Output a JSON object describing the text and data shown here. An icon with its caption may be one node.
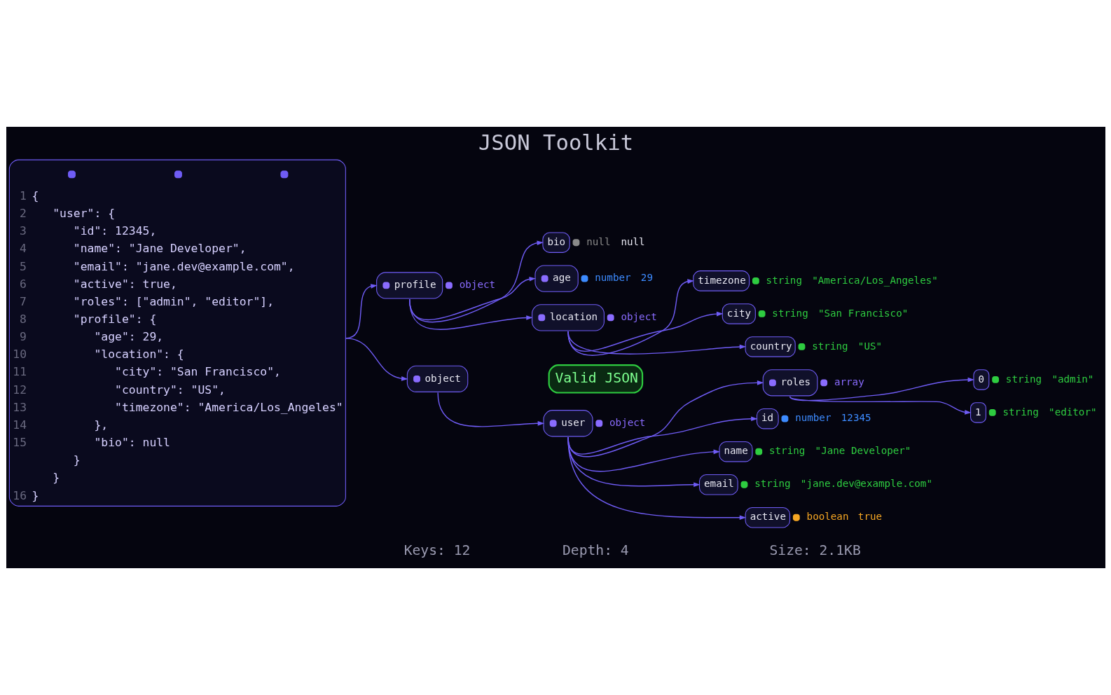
{
  "diagram": {
    "title": "JSON Toolkit",
    "nodes": [
      {
        "text": [
          "1",
          "{",
          "2",
          "\"user\": {",
          "3",
          "\"id\": 12345,",
          "4",
          "\"name\": \"Jane Developer\",",
          "5",
          "\"email\": \"jane.dev@example.com\",",
          "6",
          "\"active\": true,",
          "7",
          "\"roles\": [\"admin\", \"editor\"],",
          "8",
          "\"profile\": {",
          "9",
          "\"age\": 29,",
          "10",
          "\"location\": {",
          "11",
          "\"city\": \"San Francisco\",",
          "12",
          "\"country\": \"US\",",
          "13",
          "\"timezone\": \"America/Los_Angeles\"",
          "14",
          "},",
          "15",
          "\"bio\": null",
          "}",
          "}",
          "16",
          "}"
        ]
      },
      {
        "text": [
          "object"
        ]
      },
      {
        "text": [
          "user"
        ],
        "beside": [
          "object"
        ]
      },
      {
        "text": [
          "id"
        ],
        "beside": [
          "number",
          "12345"
        ]
      },
      {
        "text": [
          "name"
        ],
        "beside": [
          "string",
          "\"Jane Developer\""
        ]
      },
      {
        "text": [
          "email"
        ],
        "beside": [
          "string",
          "\"jane.dev@example.com\""
        ]
      },
      {
        "text": [
          "active"
        ],
        "beside": [
          "boolean",
          "true"
        ]
      },
      {
        "text": [
          "roles"
        ],
        "beside": [
          "array"
        ]
      },
      {
        "text": [
          "0"
        ],
        "beside": [
          "string",
          "\"admin\""
        ]
      },
      {
        "text": [
          "1"
        ],
        "beside": [
          "string",
          "\"editor\""
        ]
      },
      {
        "text": [
          "profile"
        ],
        "beside": [
          "object"
        ]
      },
      {
        "text": [
          "age"
        ],
        "beside": [
          "number",
          "29"
        ]
      },
      {
        "text": [
          "location"
        ],
        "beside": [
          "object"
        ]
      },
      {
        "text": [
          "city"
        ],
        "beside": [
          "string",
          "\"San Francisco\""
        ]
      },
      {
        "text": [
          "country"
        ],
        "beside": [
          "string",
          "\"US\""
        ]
      },
      {
        "text": [
          "timezone"
        ],
        "beside": [
          "string",
          "\"America/Los_Angeles\""
        ]
      },
      {
        "text": [
          "bio"
        ],
        "beside": [
          "null",
          "null"
        ]
      },
      {
        "text": [
          "Valid JSON"
        ]
      }
    ],
    "edges": [
      {
        "from": 0,
        "to": 1,
        "arrow": "to"
      },
      {
        "from": 0,
        "to": 10,
        "arrow": "to"
      },
      {
        "from": 1,
        "to": 2,
        "arrow": "to"
      },
      {
        "from": 2,
        "to": 3,
        "arrow": "to"
      },
      {
        "from": 2,
        "to": 4,
        "arrow": "to"
      },
      {
        "from": 2,
        "to": 5,
        "arrow": "to"
      },
      {
        "from": 2,
        "to": 6,
        "arrow": "to"
      },
      {
        "from": 2,
        "to": 7,
        "arrow": "to"
      },
      {
        "from": 7,
        "to": 8,
        "arrow": "to"
      },
      {
        "from": 7,
        "to": 9,
        "arrow": "to"
      },
      {
        "from": 10,
        "to": 11,
        "arrow": "to"
      },
      {
        "from": 10,
        "to": 12,
        "arrow": "to"
      },
      {
        "from": 10,
        "to": 16,
        "arrow": "to"
      },
      {
        "from": 12,
        "to": 13,
        "arrow": "to"
      },
      {
        "from": 12,
        "to": 14,
        "arrow": "to"
      },
      {
        "from": 12,
        "to": 15,
        "arrow": "to"
      }
    ],
    "labels": [
      "Keys: 12",
      "Depth: 4",
      "Size: 2.1KB"
    ]
  }
}
